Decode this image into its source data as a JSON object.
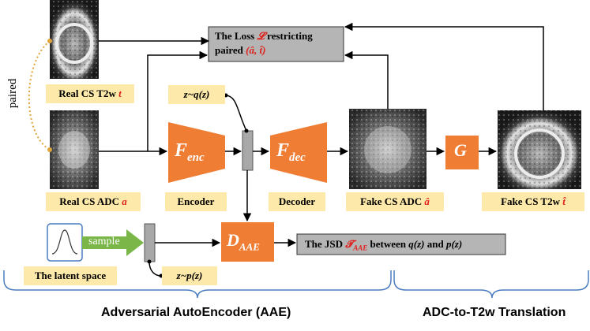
{
  "images": {
    "real_t2w": "Real CS T2w",
    "real_adc": "Real CS ADC",
    "fake_adc": "Fake CS ADC",
    "fake_t2w": "Fake CS T2w"
  },
  "labels": {
    "real_t2w_text": "Real CS T2w",
    "real_t2w_var": "t",
    "real_adc_text": "Real CS ADC",
    "real_adc_var": "a",
    "fake_adc_text": "Fake CS ADC",
    "fake_adc_var": "â",
    "fake_t2w_text": "Fake CS T2w",
    "fake_t2w_var": "t̂",
    "paired": "paired",
    "encoder": "Encoder",
    "decoder": "Decoder",
    "latent_space": "The latent space",
    "sample": "sample",
    "zq": "z~q(z)",
    "zp": "z~p(z)"
  },
  "blocks": {
    "enc_main": "F",
    "enc_sub": "enc",
    "dec_main": "F",
    "dec_sub": "dec",
    "g": "G",
    "daae_main": "D",
    "daae_sub": "AAE"
  },
  "loss_box": {
    "line1_prefix": "The Loss",
    "line1_symbol": "𝓛",
    "line1_suffix": "restricting",
    "line2_prefix": "paired",
    "line2_pair": "(â, t̂)"
  },
  "jsd_box": {
    "prefix": "The JSD",
    "symbol": "𝓣",
    "symbol_sub": "AAE",
    "suffix_a": "between",
    "qz": "q(z)",
    "and": "and",
    "pz": "p(z)"
  },
  "sections": {
    "aae": "Adversarial AutoEncoder (AAE)",
    "translation": "ADC-to-T2w Translation"
  },
  "colors": {
    "orange": "#ef7d33",
    "label_bg": "#fde9a9",
    "grey": "#b5b5b5",
    "green": "#7ab648",
    "bracket": "#4a7cc0",
    "red": "#e0201b",
    "dotted": "#e0a43b"
  }
}
